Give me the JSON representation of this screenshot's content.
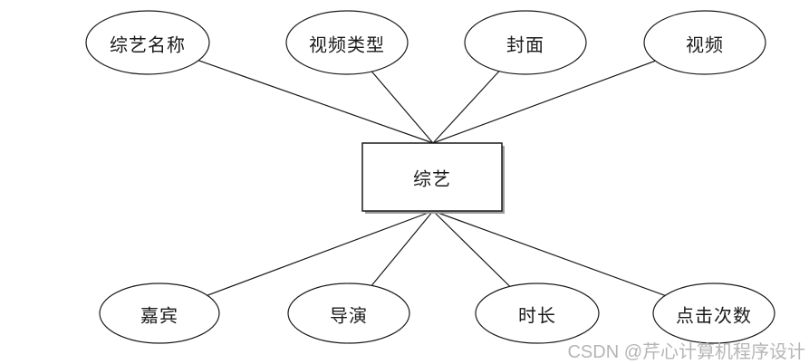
{
  "diagram": {
    "type": "er-diagram",
    "entity": {
      "label": "综艺"
    },
    "top_attributes": [
      {
        "label": "综艺名称"
      },
      {
        "label": "视频类型"
      },
      {
        "label": "封面"
      },
      {
        "label": "视频"
      }
    ],
    "bottom_attributes": [
      {
        "label": "嘉宾"
      },
      {
        "label": "导演"
      },
      {
        "label": "时长"
      },
      {
        "label": "点击次数"
      }
    ]
  },
  "watermark": {
    "text": "CSDN @芹心计算机程序设计"
  },
  "colors": {
    "line": "#1a1a1a",
    "background": "#ffffff",
    "entity_shadow": "#9c9c9c",
    "watermark": "#b5b5b5"
  }
}
